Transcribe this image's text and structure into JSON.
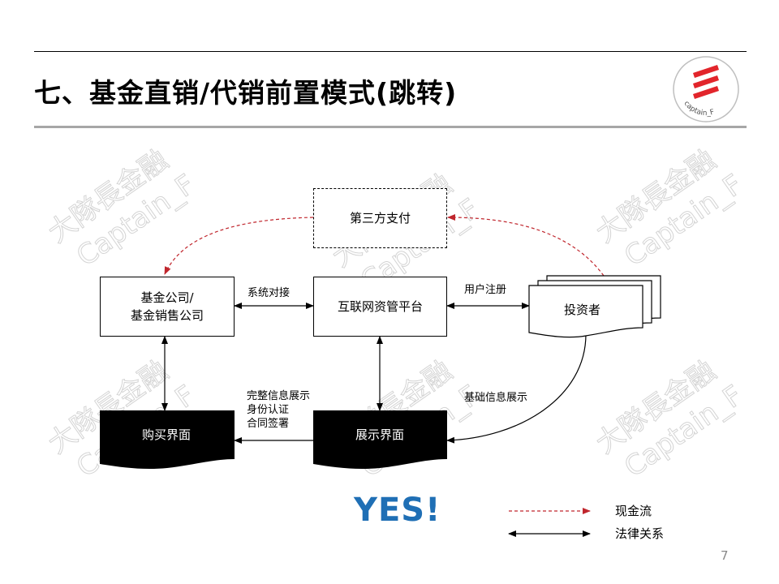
{
  "slide": {
    "title": "七、基金直销/代销前置模式(跳转)",
    "page_number": "7",
    "watermark": {
      "line1": "大隊長金融",
      "line2": "Captain_F"
    },
    "logo_text": "captain_F"
  },
  "diagram": {
    "nodes": {
      "third_party": "第三方支付",
      "fund_company_line1": "基金公司/",
      "fund_company_line2": "基金销售公司",
      "platform": "互联网资管平台",
      "investor": "投资者",
      "purchase_ui": "购买界面",
      "display_ui": "展示界面"
    },
    "edge_labels": {
      "system_link": "系统对接",
      "user_register": "用户注册",
      "full_info_1": "完整信息展示",
      "full_info_2": "身份认证",
      "full_info_3": "合同签署",
      "basic_info": "基础信息展示"
    },
    "highlight": "YES!",
    "legend": {
      "cash_flow": "现金流",
      "legal_relation": "法律关系"
    },
    "colors": {
      "cash_flow": "#c0262d",
      "highlight": "#1f6fb5",
      "logo": "#e2252b"
    }
  }
}
